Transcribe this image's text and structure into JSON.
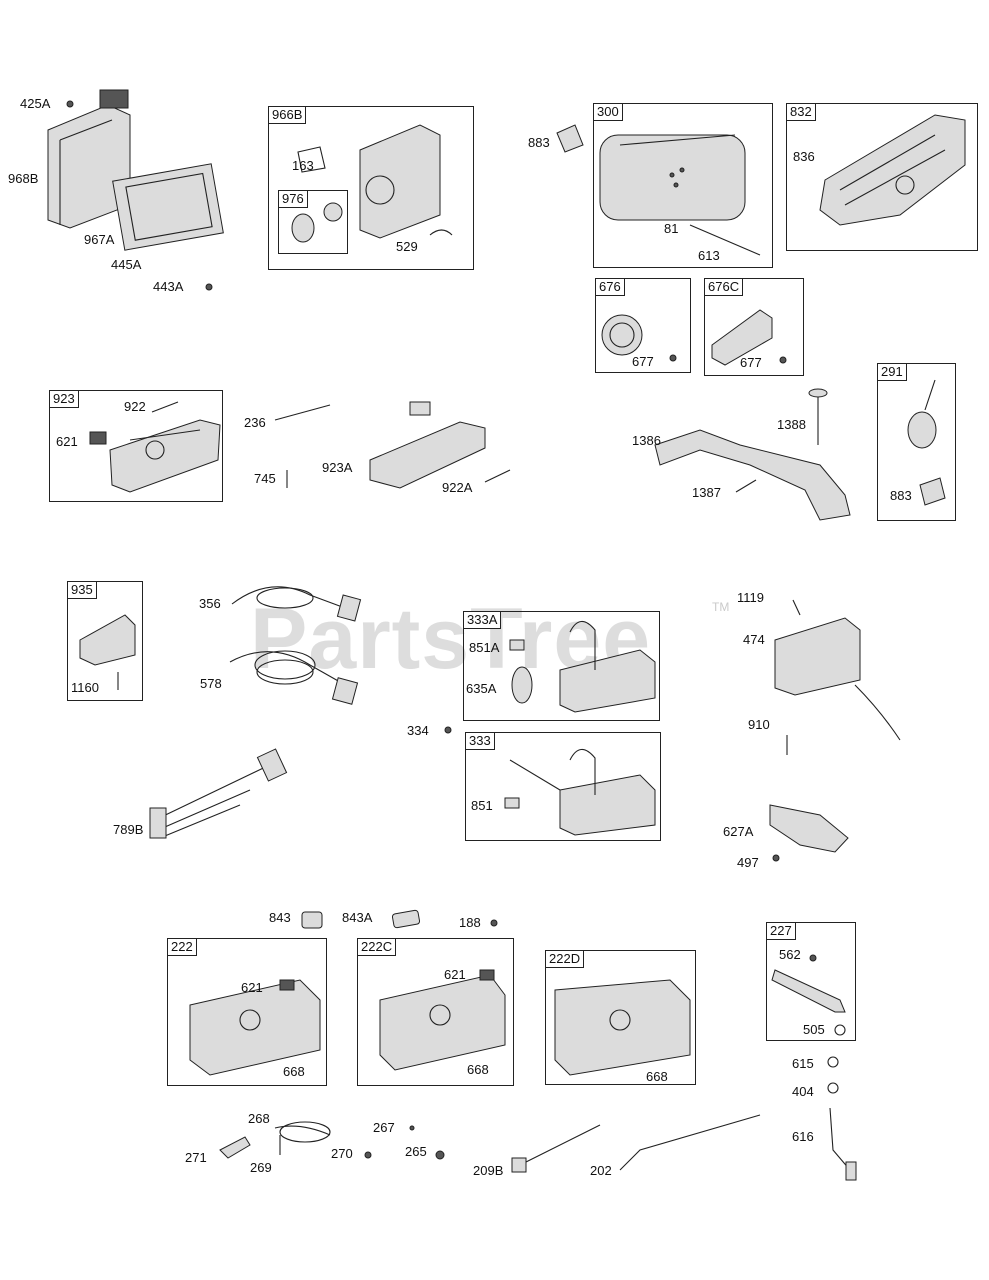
{
  "watermark": {
    "text": "PartsTree",
    "mark": "TM"
  },
  "boxes": [
    {
      "id": "966B",
      "label": "966B"
    },
    {
      "id": "976",
      "label": "976"
    },
    {
      "id": "300",
      "label": "300"
    },
    {
      "id": "832",
      "label": "832"
    },
    {
      "id": "676",
      "label": "676"
    },
    {
      "id": "676C",
      "label": "676C"
    },
    {
      "id": "923",
      "label": "923"
    },
    {
      "id": "291",
      "label": "291"
    },
    {
      "id": "935",
      "label": "935"
    },
    {
      "id": "333A",
      "label": "333A"
    },
    {
      "id": "333",
      "label": "333"
    },
    {
      "id": "222",
      "label": "222"
    },
    {
      "id": "222C",
      "label": "222C"
    },
    {
      "id": "222D",
      "label": "222D"
    },
    {
      "id": "227",
      "label": "227"
    }
  ],
  "labels": [
    {
      "id": "425A",
      "text": "425A"
    },
    {
      "id": "968B",
      "text": "968B"
    },
    {
      "id": "967A",
      "text": "967A"
    },
    {
      "id": "445A",
      "text": "445A"
    },
    {
      "id": "443A",
      "text": "443A"
    },
    {
      "id": "163",
      "text": "163"
    },
    {
      "id": "529",
      "text": "529"
    },
    {
      "id": "883a",
      "text": "883"
    },
    {
      "id": "81",
      "text": "81"
    },
    {
      "id": "613",
      "text": "613"
    },
    {
      "id": "836",
      "text": "836"
    },
    {
      "id": "677a",
      "text": "677"
    },
    {
      "id": "677b",
      "text": "677"
    },
    {
      "id": "922",
      "text": "922"
    },
    {
      "id": "621a",
      "text": "621"
    },
    {
      "id": "236",
      "text": "236"
    },
    {
      "id": "745",
      "text": "745"
    },
    {
      "id": "923A",
      "text": "923A"
    },
    {
      "id": "922A",
      "text": "922A"
    },
    {
      "id": "1386",
      "text": "1386"
    },
    {
      "id": "1388",
      "text": "1388"
    },
    {
      "id": "1387",
      "text": "1387"
    },
    {
      "id": "883b",
      "text": "883"
    },
    {
      "id": "1160",
      "text": "1160"
    },
    {
      "id": "356",
      "text": "356"
    },
    {
      "id": "578",
      "text": "578"
    },
    {
      "id": "334",
      "text": "334"
    },
    {
      "id": "851A",
      "text": "851A"
    },
    {
      "id": "635A",
      "text": "635A"
    },
    {
      "id": "851",
      "text": "851"
    },
    {
      "id": "1119",
      "text": "1119"
    },
    {
      "id": "474",
      "text": "474"
    },
    {
      "id": "910",
      "text": "910"
    },
    {
      "id": "789B",
      "text": "789B"
    },
    {
      "id": "627A",
      "text": "627A"
    },
    {
      "id": "497",
      "text": "497"
    },
    {
      "id": "843",
      "text": "843"
    },
    {
      "id": "843A",
      "text": "843A"
    },
    {
      "id": "188",
      "text": "188"
    },
    {
      "id": "621b",
      "text": "621"
    },
    {
      "id": "668a",
      "text": "668"
    },
    {
      "id": "621c",
      "text": "621"
    },
    {
      "id": "668b",
      "text": "668"
    },
    {
      "id": "668c",
      "text": "668"
    },
    {
      "id": "562",
      "text": "562"
    },
    {
      "id": "505",
      "text": "505"
    },
    {
      "id": "615",
      "text": "615"
    },
    {
      "id": "404",
      "text": "404"
    },
    {
      "id": "616",
      "text": "616"
    },
    {
      "id": "268",
      "text": "268"
    },
    {
      "id": "271",
      "text": "271"
    },
    {
      "id": "269",
      "text": "269"
    },
    {
      "id": "270",
      "text": "270"
    },
    {
      "id": "267",
      "text": "267"
    },
    {
      "id": "265",
      "text": "265"
    },
    {
      "id": "209B",
      "text": "209B"
    },
    {
      "id": "202",
      "text": "202"
    }
  ]
}
